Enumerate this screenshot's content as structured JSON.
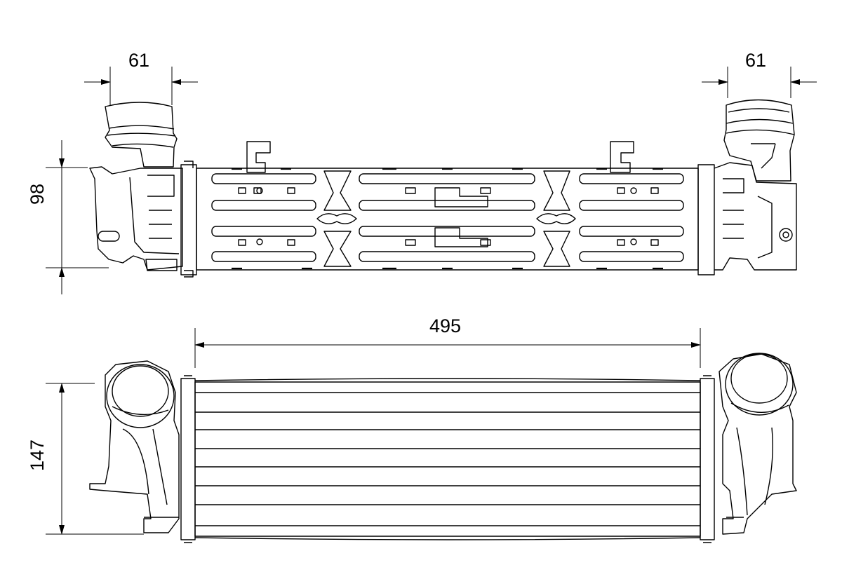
{
  "dimensions": {
    "top_left_port_width": "61",
    "top_right_port_width": "61",
    "core_length": "495",
    "top_view_height": "98",
    "front_view_height": "147"
  }
}
